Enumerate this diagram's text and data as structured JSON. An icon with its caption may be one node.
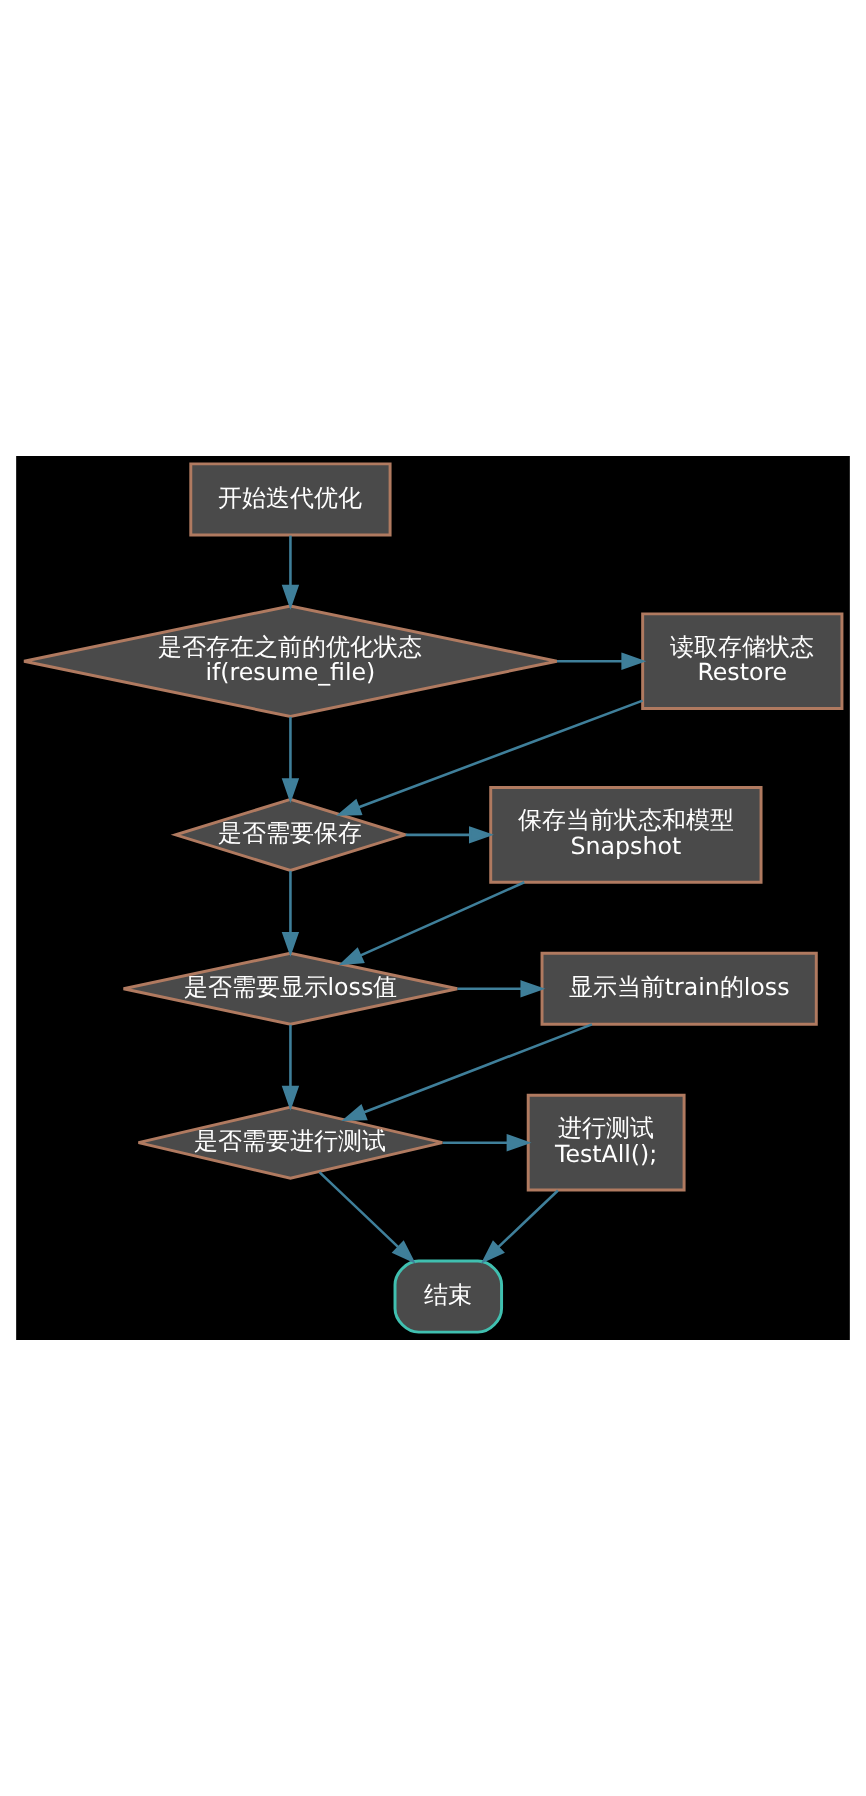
{
  "diagram": {
    "nodes": [
      {
        "text": [
          "开始迭代优化"
        ]
      },
      {
        "text": [
          "是否存在之前的优化状态",
          "if(resume_file)"
        ]
      },
      {
        "text": [
          "读取存储状态",
          "Restore"
        ]
      },
      {
        "text": [
          "是否需要保存"
        ]
      },
      {
        "text": [
          "保存当前状态和模型",
          "Snapshot"
        ]
      },
      {
        "text": [
          "是否需要显示loss值"
        ]
      },
      {
        "text": [
          "显示当前train的loss"
        ]
      },
      {
        "text": [
          "是否需要进行测试"
        ]
      },
      {
        "text": [
          "进行测试",
          "TestAll();"
        ]
      },
      {
        "text": [
          "结束"
        ]
      }
    ],
    "edges": [
      {
        "from": 0,
        "to": 1,
        "arrow": "to"
      },
      {
        "from": 1,
        "to": 2,
        "arrow": "to"
      },
      {
        "from": 1,
        "to": 3,
        "arrow": "to"
      },
      {
        "from": 2,
        "to": 3,
        "arrow": "to"
      },
      {
        "from": 3,
        "to": 4,
        "arrow": "to"
      },
      {
        "from": 3,
        "to": 5,
        "arrow": "to"
      },
      {
        "from": 4,
        "to": 5,
        "arrow": "to"
      },
      {
        "from": 5,
        "to": 6,
        "arrow": "to"
      },
      {
        "from": 5,
        "to": 7,
        "arrow": "to"
      },
      {
        "from": 6,
        "to": 7,
        "arrow": "to"
      },
      {
        "from": 7,
        "to": 8,
        "arrow": "to"
      },
      {
        "from": 7,
        "to": 9,
        "arrow": "to"
      },
      {
        "from": 8,
        "to": 9,
        "arrow": "to"
      }
    ]
  }
}
